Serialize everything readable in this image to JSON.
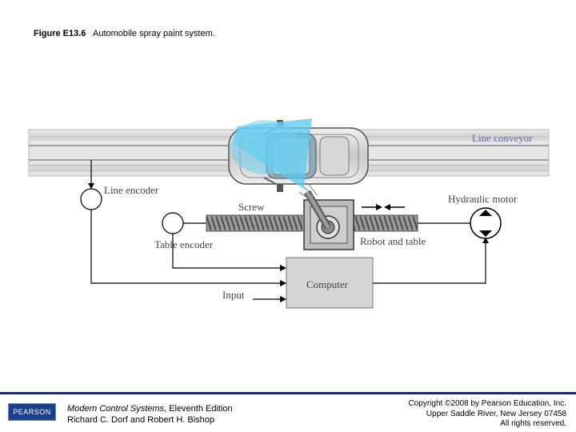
{
  "caption": {
    "label": "Figure E13.6",
    "text": "Automobile spray paint system."
  },
  "diagram": {
    "labels": {
      "line_conveyor": "Line conveyor",
      "line_encoder": "Line encoder",
      "screw": "Screw",
      "hydraulic_motor": "Hydraulic motor",
      "table_encoder": "Table encoder",
      "robot_and_table": "Robot and table",
      "computer": "Computer",
      "input": "Input"
    },
    "colors": {
      "conveyor_fill": "#dcdcdc",
      "conveyor_label": "#5b6fa6",
      "paint_spray": "#5cc8ee",
      "computer_box": "#d6d6d6",
      "connection_line": "#000000",
      "footer_bar": "#1c2f6b"
    }
  },
  "footer": {
    "logo_text": "PEARSON",
    "book_title": "Modern Control Systems",
    "book_edition": ", Eleventh Edition",
    "book_authors": "Richard C. Dorf and Robert H. Bishop",
    "copyright_line1": "Copyright ©2008 by Pearson Education, Inc.",
    "copyright_line2": "Upper Saddle River, New Jersey 07458",
    "copyright_line3": "All rights reserved."
  }
}
